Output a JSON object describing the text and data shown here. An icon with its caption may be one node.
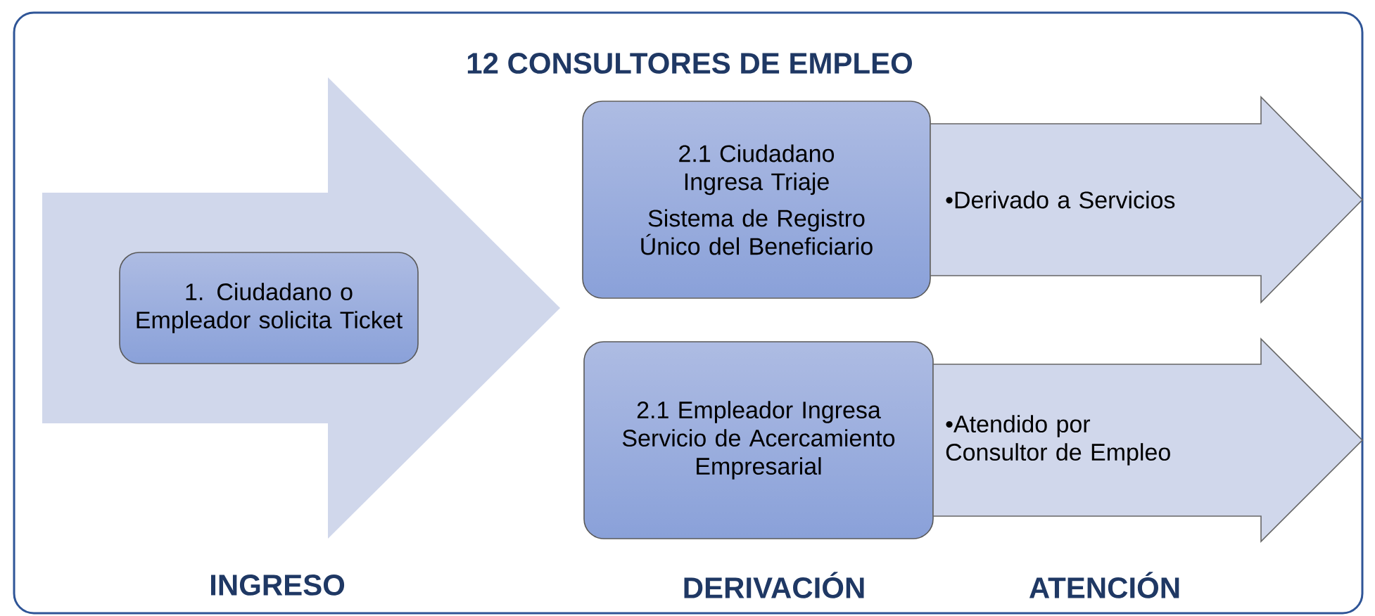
{
  "diagram": {
    "title": "12 CONSULTORES DE EMPLEO",
    "nodes": [
      {
        "text": [],
        "shape": "arrow"
      },
      {
        "text": [
          "1. Ciudadano o Empleador solicita Ticket"
        ],
        "in": 0
      },
      {
        "text": [
          "2.1 Ciudadano Ingresa Triaje",
          "Sistema de Registro Único del Beneficiario"
        ]
      },
      {
        "text": [
          "•Derivado a Servicios"
        ]
      },
      {
        "text": [
          "2.1 Empleador Ingresa Servicio de Acercamiento Empresarial"
        ]
      },
      {
        "text": [
          "•Atendido por Consultor de Empleo"
        ]
      }
    ],
    "labels": [
      "INGRESO",
      "DERIVACIÓN",
      "ATENCIÓN"
    ]
  }
}
